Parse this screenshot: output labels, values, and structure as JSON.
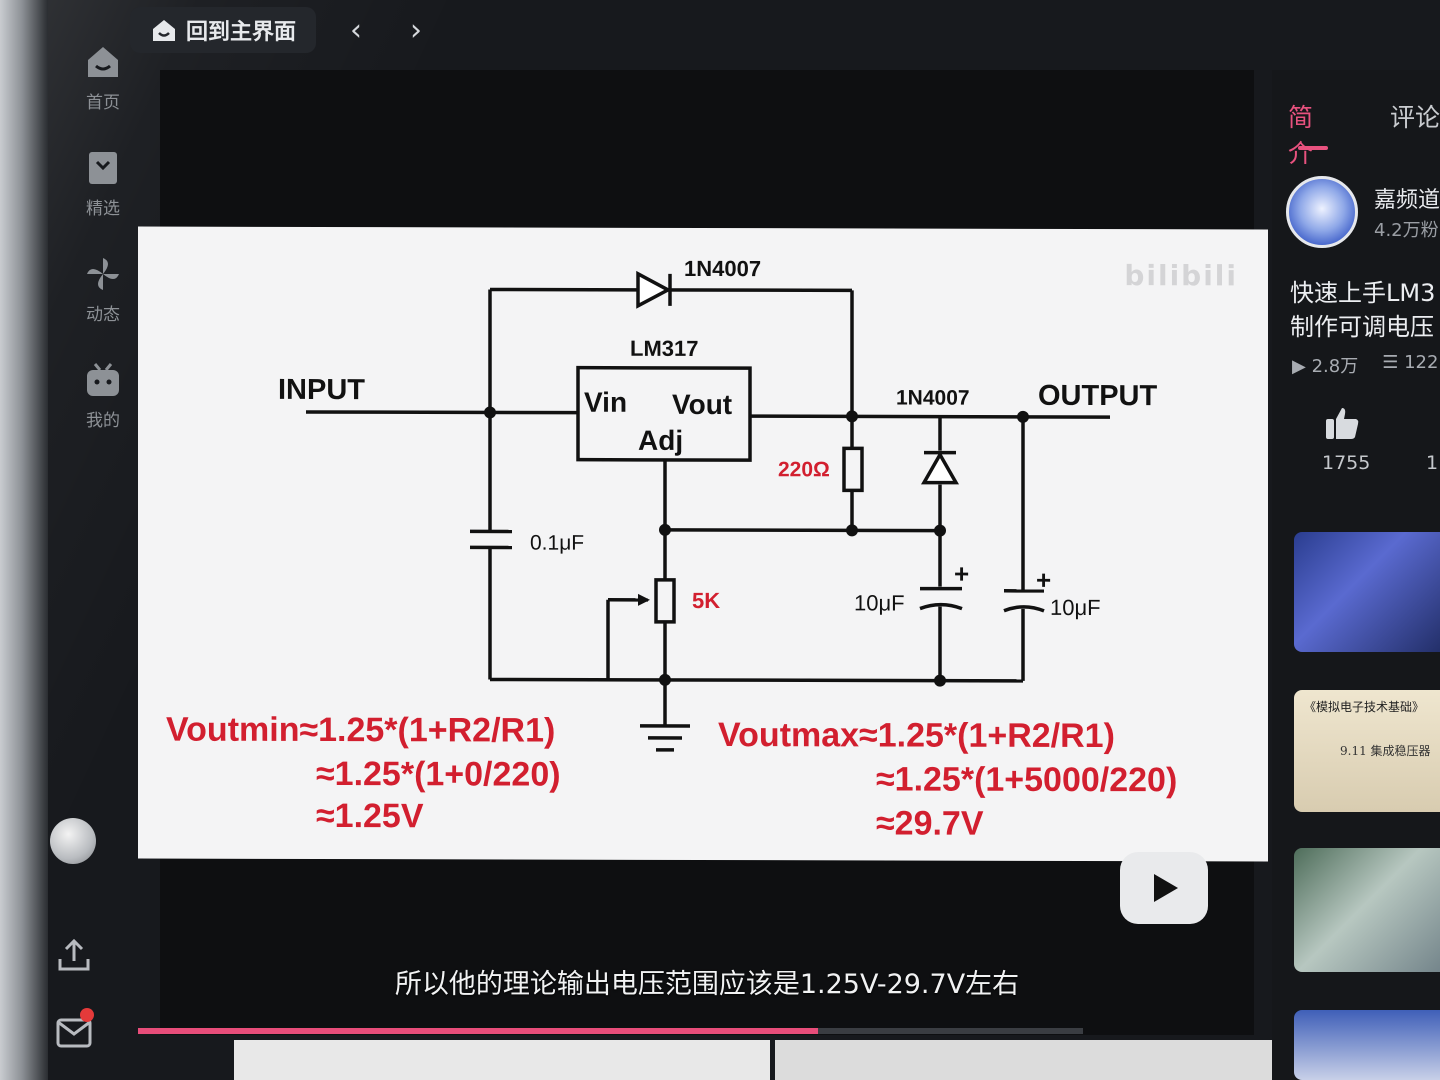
{
  "topbar": {
    "home_label": "回到主界面",
    "back_arrow": "‹",
    "forward_arrow": "›"
  },
  "sidebar": {
    "items": [
      {
        "label": "首页",
        "icon": "home-icon"
      },
      {
        "label": "精选",
        "icon": "bookmark-icon"
      },
      {
        "label": "动态",
        "icon": "pinwheel-icon"
      },
      {
        "label": "我的",
        "icon": "tv-icon"
      }
    ]
  },
  "slide": {
    "watermark": "bilibili",
    "labels": {
      "diode_top": "1N4007",
      "regulator": "LM317",
      "vin": "Vin",
      "vout": "Vout",
      "adj": "Adj",
      "input": "INPUT",
      "output": "OUTPUT",
      "diode_right": "1N4007",
      "r1": "220Ω",
      "c_in": "0.1μF",
      "pot": "5K",
      "c_adj": "10μF",
      "c_out": "10μF",
      "plus": "+"
    },
    "formula_left": [
      "Voutmin≈1.25*(1+R2/R1)",
      "≈1.25*(1+0/220)",
      "≈1.25V"
    ],
    "formula_right": [
      "Voutmax≈1.25*(1+R2/R1)",
      "≈1.25*(1+5000/220)",
      "≈29.7V"
    ]
  },
  "player": {
    "subtitle": "所以他的理论输出电压范围应该是1.25V-29.7V左右",
    "progress": 0.72
  },
  "rpanel": {
    "tabs": [
      "简介",
      "评论"
    ],
    "uploader_name": "嘉频道",
    "uploader_fans": "4.2万粉",
    "video_title": [
      "快速上手LM3",
      "制作可调电压"
    ],
    "views": "2.8万",
    "danmaku": "122",
    "likes": "1755",
    "likes2": "1",
    "thumb2_line1": "《模拟电子技术基础》",
    "thumb2_line2": "9.11 集成稳压器"
  },
  "colors": {
    "accent": "#e8527f",
    "formula_red": "#d21f2f",
    "schematic": "#111111"
  }
}
